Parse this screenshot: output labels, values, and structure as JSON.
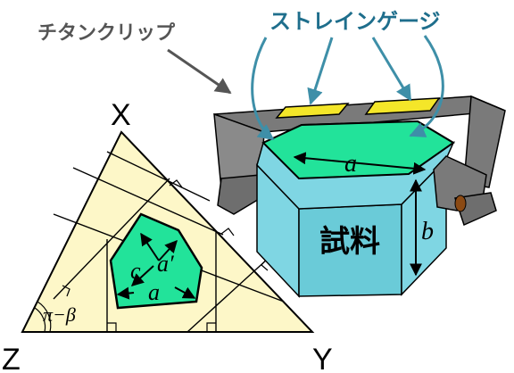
{
  "labels": {
    "clip": "チタンクリップ",
    "strain_gauge": "ストレインゲージ",
    "sample": "試料",
    "dim_a_top": "a",
    "dim_b": "b",
    "vertex_x": "X",
    "vertex_y": "Y",
    "vertex_z": "Z",
    "inner_c": "c",
    "inner_a_prime": "a′",
    "inner_a": "a",
    "angle": "π−β"
  },
  "colors": {
    "hex_green": "#22E39A",
    "sample_side": "#7FD6E3",
    "sample_front": "#6ACBD8",
    "clip_gray": "#7A7A7A",
    "gauge_yellow": "#F4E629",
    "triangle_fill": "#FDF7C8",
    "arc_blue": "#3E8FA8",
    "jp_blue": "#1E6E8C",
    "jp_gray": "#555555"
  }
}
